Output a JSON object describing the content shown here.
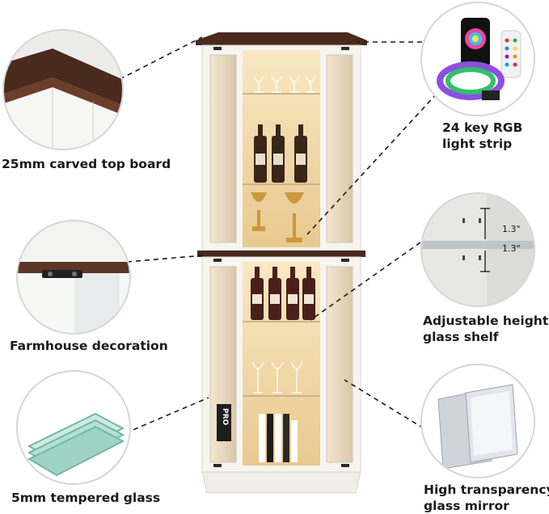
{
  "features": {
    "top_board": "25mm carved top board",
    "farmhouse": "Farmhouse decoration",
    "glass": "5mm tempered glass",
    "rgb_line1": "24 key RGB",
    "rgb_line2": "light strip",
    "shelf_line1": "Adjustable height",
    "shelf_line2": "glass shelf",
    "mirror_line1": "High transparency",
    "mirror_line2": "glass mirror"
  },
  "shelf_spacing": {
    "upper": "1.3\"",
    "lower": "1.3\""
  },
  "book_spine": "PRO",
  "colors": {
    "cabinet_white": "#f7f5f0",
    "top_board_brown": "#4a2a1c",
    "warm_light": "#f3d9a8",
    "glass_green": "#9fd3c3"
  }
}
